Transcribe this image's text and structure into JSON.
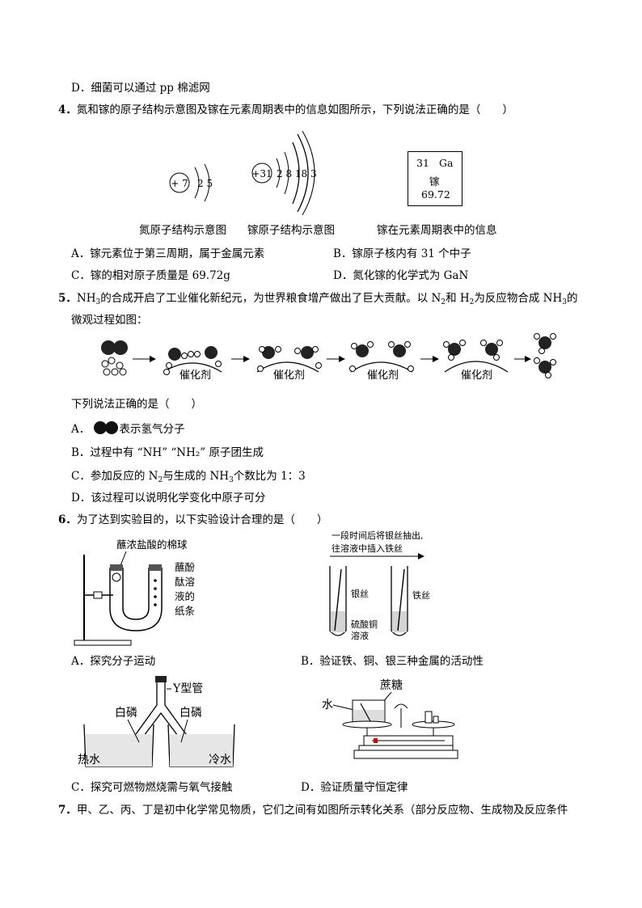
{
  "q3": {
    "optD": "D．细菌可以通过 pp 棉滤网"
  },
  "q4": {
    "num": "4．",
    "stem": "氮和镓的原子结构示意图及镓在元素周期表中的信息如图所示，下列说法正确的是（　　）",
    "n_nucleus": "+ 7",
    "n_shells": "2 5",
    "ga_nucleus": "+31",
    "ga_shells": "2 8 18 3",
    "cell_number": "31",
    "cell_symbol": "Ga",
    "cell_name": "镓",
    "cell_mass": "69.72",
    "cap1": "氮原子结构示意图",
    "cap2": "镓原子结构示意图",
    "cap3": "镓在元素周期表中的信息",
    "optA": "A．镓元素位于第三周期，属于金属元素",
    "optB": "B．镓原子核内有 31 个中子",
    "optC": "C．镓的相对原子质量是 69.72g",
    "optD": "D．氮化镓的化学式为 GaN"
  },
  "q5": {
    "num": "5．",
    "l1_a": "NH",
    "l1_a_sub": "3",
    "l1_b": "的合成开启了工业催化新纪元，为世界粮食增产做出了巨大贡献。以 N",
    "l1_b_sub": "2",
    "l1_c": "和 H",
    "l1_c_sub": "2",
    "l1_d": "为反应物合成 NH",
    "l1_d_sub": "3",
    "l1_e": "的",
    "line2": "微观过程如图：",
    "catalyst": "催化剂",
    "ask": "下列说法正确的是（　　）",
    "optA_prefix": "A．",
    "optA_text": "表示氢气分子",
    "optB": "B．过程中有 “NH” “NH₂” 原子团生成",
    "optC_a": "C．参加反应的 N",
    "optC_sub1": "2",
    "optC_b": "与生成的 NH",
    "optC_sub2": "3",
    "optC_c": "个数比为 1：3",
    "optD": "D．该过程可以说明化学变化中原子可分"
  },
  "q6": {
    "num": "6．",
    "stem": "为了达到实验目的，以下实验设计合理的是（　　）",
    "a_label1": "蘸浓盐酸的棉球",
    "a_label2": [
      "蘸酚",
      "酞溶",
      "液的",
      "纸条"
    ],
    "b_top1": "一段时间后将银丝抽出,",
    "b_top2": "往溶液中插入铁丝",
    "b_ag": "银丝",
    "b_fe": "铁丝",
    "b_sol1": "硫酸铜",
    "b_sol2": "溶液",
    "c_y": "Y型管",
    "c_p1": "白磷",
    "c_p2": "白磷",
    "c_hot": "热水",
    "c_cold": "冷水",
    "d_water": "水",
    "d_sugar": "蔗糖",
    "optA": "A．探究分子运动",
    "optB": "B．验证铁、铜、银三种金属的活动性",
    "optC": "C．探究可燃物燃烧需与氧气接触",
    "optD": "D．验证质量守恒定律"
  },
  "q7": {
    "num": "7．",
    "stem": "甲、乙、丙、丁是初中化学常见物质，它们之间有如图所示转化关系（部分反应物、生成物及反应条件"
  }
}
